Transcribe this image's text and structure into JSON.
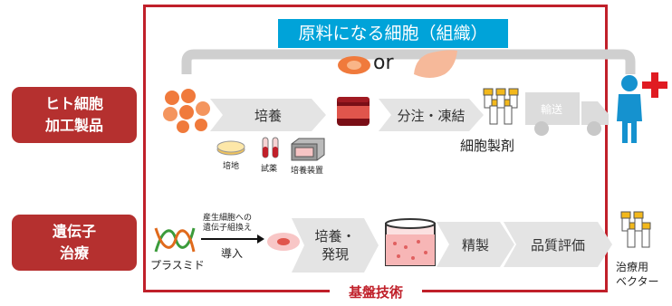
{
  "left_labels": {
    "cell_product": [
      "ヒト細胞",
      "加工製品"
    ],
    "gene_therapy": [
      "遺伝子",
      "治療"
    ]
  },
  "banner": "原料になる細胞（組織）",
  "or_text": "or",
  "cell_row": {
    "step1": "培養",
    "step2": "分注・凍結",
    "transport": "輸送",
    "product": "細胞製剤",
    "items": [
      "培地",
      "試薬",
      "培養装置"
    ]
  },
  "gene_row": {
    "plasmid": "プラスミド",
    "arrow_top": [
      "産生細胞への",
      "遺伝子組換え"
    ],
    "arrow_bottom": "導入",
    "step1": [
      "培養・",
      "発現"
    ],
    "step2": "精製",
    "step3": "品質評価",
    "product": [
      "治療用",
      "ベクター"
    ]
  },
  "bottom_label": "基盤技術",
  "colors": {
    "frame": "#c0202a",
    "banner": "#00a3d9",
    "label_bg": "#b5302f",
    "person": "#1592cf",
    "cross": "#e01b22"
  }
}
